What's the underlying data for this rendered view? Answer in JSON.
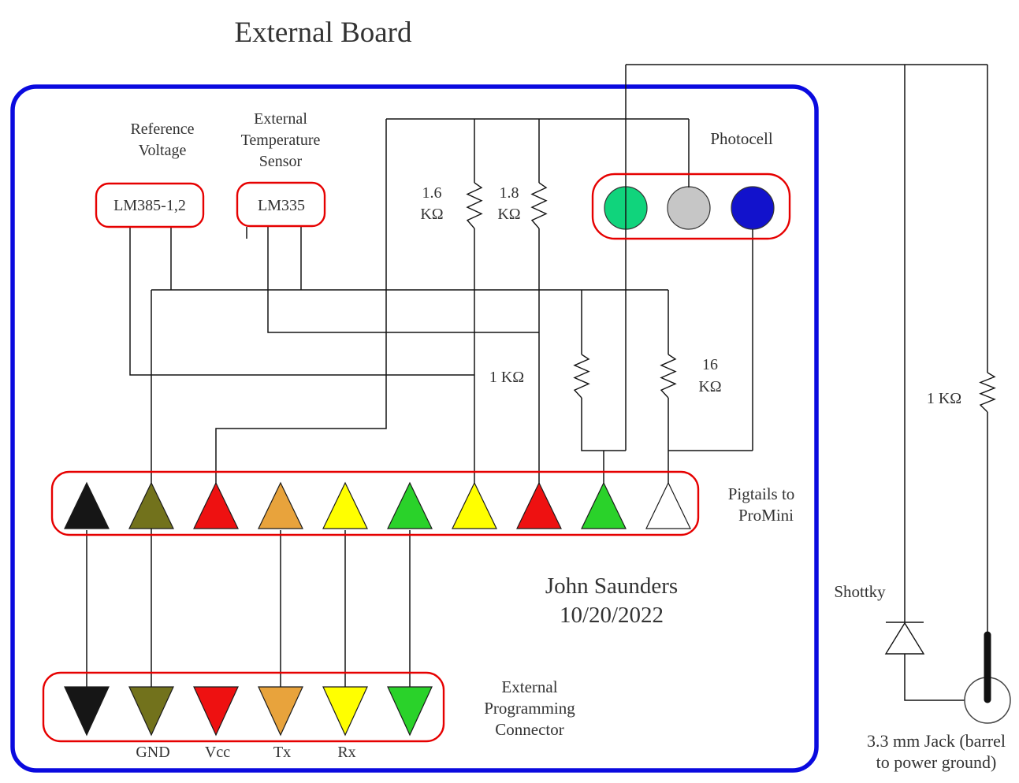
{
  "title": "External Board",
  "signature": {
    "name": "John Saunders",
    "date": "10/20/2022"
  },
  "board": {
    "border_color": "#0a0adf"
  },
  "colors": {
    "wire": "#141414",
    "component_box": "#e60000",
    "text": "#333333"
  },
  "reference_voltage": {
    "label_lines": [
      "Reference",
      "Voltage"
    ],
    "part": "LM385-1,2"
  },
  "temperature_sensor": {
    "label_lines": [
      "External",
      "Temperature",
      "Sensor"
    ],
    "part": "LM335"
  },
  "photocell": {
    "label": "Photocell",
    "segments": [
      {
        "name": "green",
        "hex": "#10d47c"
      },
      {
        "name": "gray",
        "hex": "#c6c6c6"
      },
      {
        "name": "blue",
        "hex": "#1212cc"
      }
    ]
  },
  "resistors": {
    "reference_pullup": [
      "1.6",
      "KΩ"
    ],
    "sensor_pullup": [
      "1.8",
      "KΩ"
    ],
    "photocell_lower": "1 KΩ",
    "photocell_upper": [
      "16",
      "KΩ"
    ],
    "jack_line": "1 KΩ"
  },
  "diode": {
    "label": "Shottky"
  },
  "jack": {
    "label_lines": [
      "3.3 mm Jack (barrel",
      "to power ground)"
    ]
  },
  "pigtails": {
    "label_lines": [
      "Pigtails to",
      "ProMini"
    ],
    "pins": [
      {
        "color_name": "black",
        "hex": "#161616"
      },
      {
        "color_name": "olive",
        "hex": "#72721c"
      },
      {
        "color_name": "red",
        "hex": "#ee1111"
      },
      {
        "color_name": "orange",
        "hex": "#e8a33c"
      },
      {
        "color_name": "yellow",
        "hex": "#ffff00"
      },
      {
        "color_name": "green",
        "hex": "#2ad22a"
      },
      {
        "color_name": "yellow",
        "hex": "#ffff00"
      },
      {
        "color_name": "red",
        "hex": "#ee1111"
      },
      {
        "color_name": "green",
        "hex": "#2ad22a"
      },
      {
        "color_name": "white",
        "hex": "#ffffff"
      }
    ]
  },
  "programming_connector": {
    "label_lines": [
      "External",
      "Programming",
      "Connector"
    ],
    "pins": [
      {
        "color_name": "black",
        "hex": "#161616",
        "signal": ""
      },
      {
        "color_name": "olive",
        "hex": "#72721c",
        "signal": "GND"
      },
      {
        "color_name": "red",
        "hex": "#ee1111",
        "signal": "Vcc"
      },
      {
        "color_name": "orange",
        "hex": "#e8a33c",
        "signal": "Tx"
      },
      {
        "color_name": "yellow",
        "hex": "#ffff00",
        "signal": "Rx"
      },
      {
        "color_name": "green",
        "hex": "#2ad22a",
        "signal": ""
      }
    ]
  }
}
